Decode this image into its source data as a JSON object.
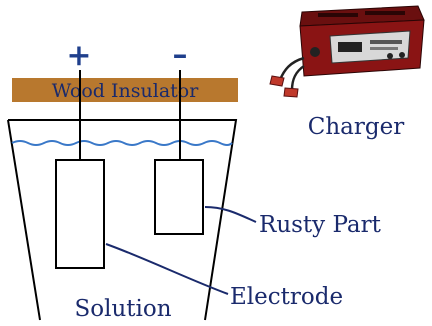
{
  "diagram": {
    "terminals": {
      "positive": "+",
      "negative": "–"
    },
    "labels": {
      "insulator": "Wood Insulator",
      "charger": "Charger",
      "rusty_part": "Rusty Part",
      "electrode": "Electrode",
      "solution": "Solution"
    },
    "colors": {
      "insulator_fill": "#b8782e",
      "terminal": "#1f3f8c",
      "label_text": "#1a2a6c",
      "leader_line": "#1a2a6c",
      "solution_surface": "#3a78c8",
      "outline": "#000000",
      "charger_body": "#8a1414",
      "charger_clamp": "#c0392b"
    }
  }
}
